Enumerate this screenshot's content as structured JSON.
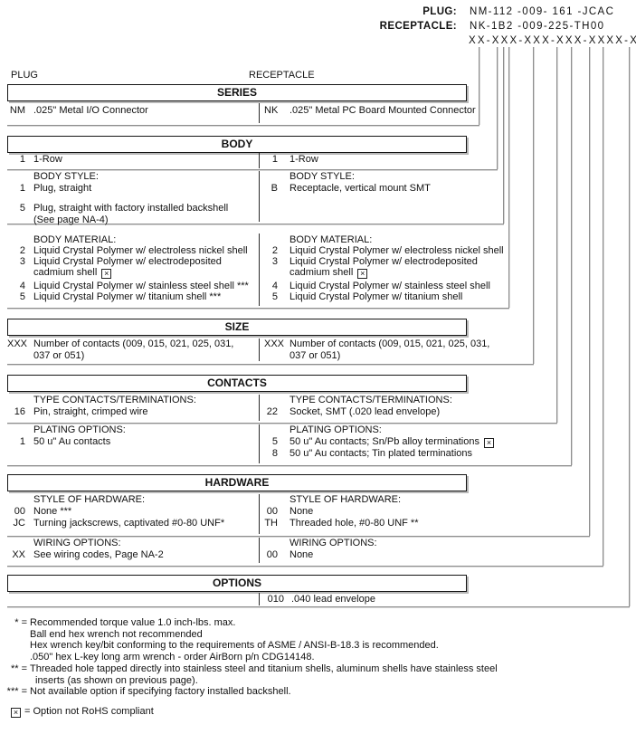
{
  "part_header": {
    "plug_label": "PLUG:",
    "plug_value": "NM-112 -009- 161 -JCAC",
    "receptacle_label": "RECEPTACLE:",
    "receptacle_value": "NK-1B2 -009-225-TH00",
    "mask": "XX-XXX-XXX-XXX-XXXX-XXX"
  },
  "columns": {
    "left": "PLUG",
    "right": "RECEPTACLE"
  },
  "sections": {
    "series": {
      "title": "SERIES",
      "left": {
        "code": "NM",
        "desc": ".025\" Metal I/O Connector"
      },
      "right": {
        "code": "NK",
        "desc": ".025\" Metal PC Board Mounted Connector"
      }
    },
    "body": {
      "title": "BODY",
      "row": {
        "left": {
          "code": "1",
          "desc": "1-Row"
        },
        "right": {
          "code": "1",
          "desc": "1-Row"
        }
      },
      "style": {
        "header": "BODY STYLE:",
        "left": [
          {
            "code": "1",
            "desc": "Plug, straight"
          },
          {
            "code": "5",
            "desc": "Plug, straight with factory installed backshell",
            "desc2": "(See page NA-4)"
          }
        ],
        "right": [
          {
            "code": "B",
            "desc": "Receptacle, vertical mount SMT"
          }
        ]
      },
      "material": {
        "header": "BODY MATERIAL:",
        "left": [
          {
            "code": "2",
            "desc": "Liquid Crystal Polymer w/ electroless nickel shell"
          },
          {
            "code": "3",
            "desc": "Liquid Crystal Polymer w/ electrodeposited",
            "desc2": "cadmium shell"
          },
          {
            "code": "4",
            "desc": "Liquid Crystal Polymer w/ stainless steel shell ***"
          },
          {
            "code": "5",
            "desc": "Liquid Crystal Polymer w/ titanium shell ***"
          }
        ],
        "right": [
          {
            "code": "2",
            "desc": "Liquid Crystal Polymer w/ electroless nickel shell"
          },
          {
            "code": "3",
            "desc": "Liquid Crystal Polymer w/ electrodeposited",
            "desc2": "cadmium shell"
          },
          {
            "code": "4",
            "desc": "Liquid Crystal Polymer w/ stainless steel shell"
          },
          {
            "code": "5",
            "desc": "Liquid Crystal Polymer w/ titanium shell"
          }
        ]
      }
    },
    "size": {
      "title": "SIZE",
      "left": {
        "code": "XXX",
        "desc": "Number of contacts (009, 015, 021, 025, 031,",
        "desc2": "037 or 051)"
      },
      "right": {
        "code": "XXX",
        "desc": "Number of contacts (009, 015, 021, 025, 031,",
        "desc2": "037 or 051)"
      }
    },
    "contacts": {
      "title": "CONTACTS",
      "type": {
        "header": "TYPE CONTACTS/TERMINATIONS:",
        "left": [
          {
            "code": "16",
            "desc": "Pin, straight, crimped wire"
          }
        ],
        "right": [
          {
            "code": "22",
            "desc": "Socket, SMT (.020 lead envelope)"
          }
        ]
      },
      "plating": {
        "header": "PLATING OPTIONS:",
        "left": [
          {
            "code": "1",
            "desc": "50 u\" Au contacts"
          }
        ],
        "right": [
          {
            "code": "5",
            "desc": "50 u\" Au contacts; Sn/Pb alloy terminations"
          },
          {
            "code": "8",
            "desc": "50 u\" Au contacts; Tin plated terminations"
          }
        ]
      }
    },
    "hardware": {
      "title": "HARDWARE",
      "style": {
        "header": "STYLE OF HARDWARE:",
        "left": [
          {
            "code": "00",
            "desc": "None ***"
          },
          {
            "code": "JC",
            "desc": "Turning jackscrews, captivated #0-80 UNF*"
          }
        ],
        "right": [
          {
            "code": "00",
            "desc": "None"
          },
          {
            "code": "TH",
            "desc": "Threaded hole, #0-80 UNF **"
          }
        ]
      },
      "wiring": {
        "header": "WIRING OPTIONS:",
        "left": [
          {
            "code": "XX",
            "desc": "See wiring codes, Page NA-2"
          }
        ],
        "right": [
          {
            "code": "00",
            "desc": "None"
          }
        ]
      }
    },
    "options": {
      "title": "OPTIONS",
      "right": [
        {
          "code": "010",
          "desc": ".040 lead envelope"
        }
      ]
    }
  },
  "footnotes": [
    {
      "m": "* =",
      "t": "Recommended torque value 1.0 inch-lbs. max."
    },
    {
      "m": "",
      "t": "Ball end hex wrench not recommended"
    },
    {
      "m": "",
      "t": "Hex wrench key/bit conforming to the requirements of ASME / ANSI-B-18.3 is recommended."
    },
    {
      "m": "",
      "t": ".050\" hex L-key long arm wrench - order AirBorn p/n CDG14148."
    },
    {
      "m": "** =",
      "t": "Threaded hole tapped directly into stainless steel and titanium shells, aluminum shells have stainless steel"
    },
    {
      "m": "",
      "t": "inserts (as shown on previous page)."
    },
    {
      "m": "*** =",
      "t": "Not available option if specifying factory installed backshell."
    }
  ],
  "rohs_note": {
    "text": "= Option not RoHS compliant"
  },
  "icons": {
    "x_mark": "×"
  },
  "colors": {
    "line_gray": "#8e8e8e",
    "text": "#111111",
    "background": "#ffffff"
  }
}
